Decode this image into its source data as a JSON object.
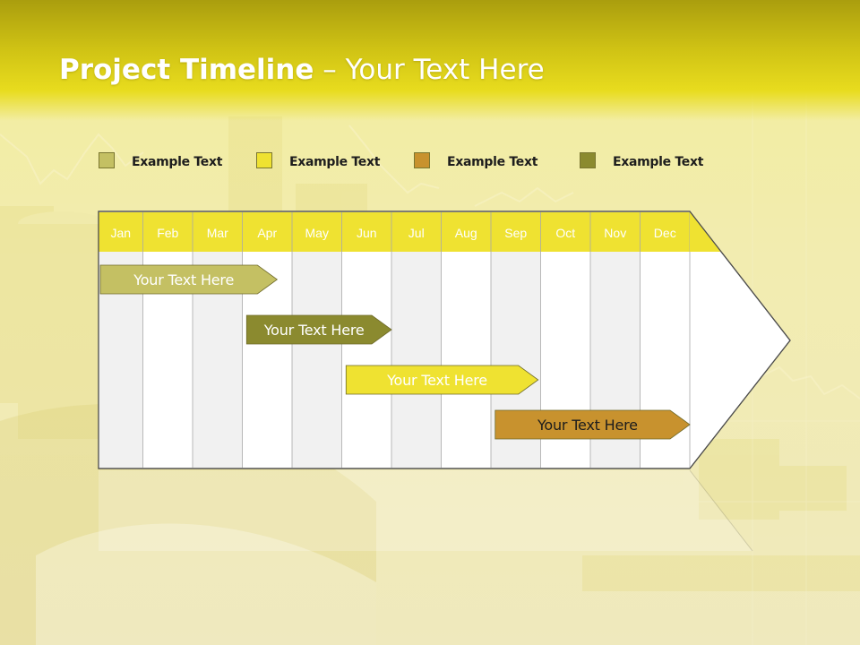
{
  "title": {
    "bold": "Project Timeline",
    "rest": " – Your Text Here"
  },
  "legend": [
    {
      "label": "Example Text",
      "color": "#c4c063"
    },
    {
      "label": "Example Text",
      "color": "#efe231"
    },
    {
      "label": "Example Text",
      "color": "#c8922e"
    },
    {
      "label": "Example Text",
      "color": "#8b8a2f"
    }
  ],
  "months": [
    "Jan",
    "Feb",
    "Mar",
    "Apr",
    "May",
    "Jun",
    "Jul",
    "Aug",
    "Sep",
    "Oct",
    "Nov",
    "Dec"
  ],
  "tasks": [
    {
      "label": "Your  Text Here",
      "start": 0,
      "end": 3.7,
      "fill": "#c4c063",
      "text_color": "#ffffff"
    },
    {
      "label": "Your  Text Here",
      "start": 3.05,
      "end": 6.0,
      "fill": "#8b8a2f",
      "text_color": "#ffffff"
    },
    {
      "label": "Your  Text Here",
      "start": 5.05,
      "end": 8.95,
      "fill": "#efe231",
      "text_color": "#ffffff"
    },
    {
      "label": "Your  Text Here",
      "start": 8.05,
      "end": 12.0,
      "fill": "#c8922e",
      "text_color": "#1d1d1d"
    }
  ]
}
